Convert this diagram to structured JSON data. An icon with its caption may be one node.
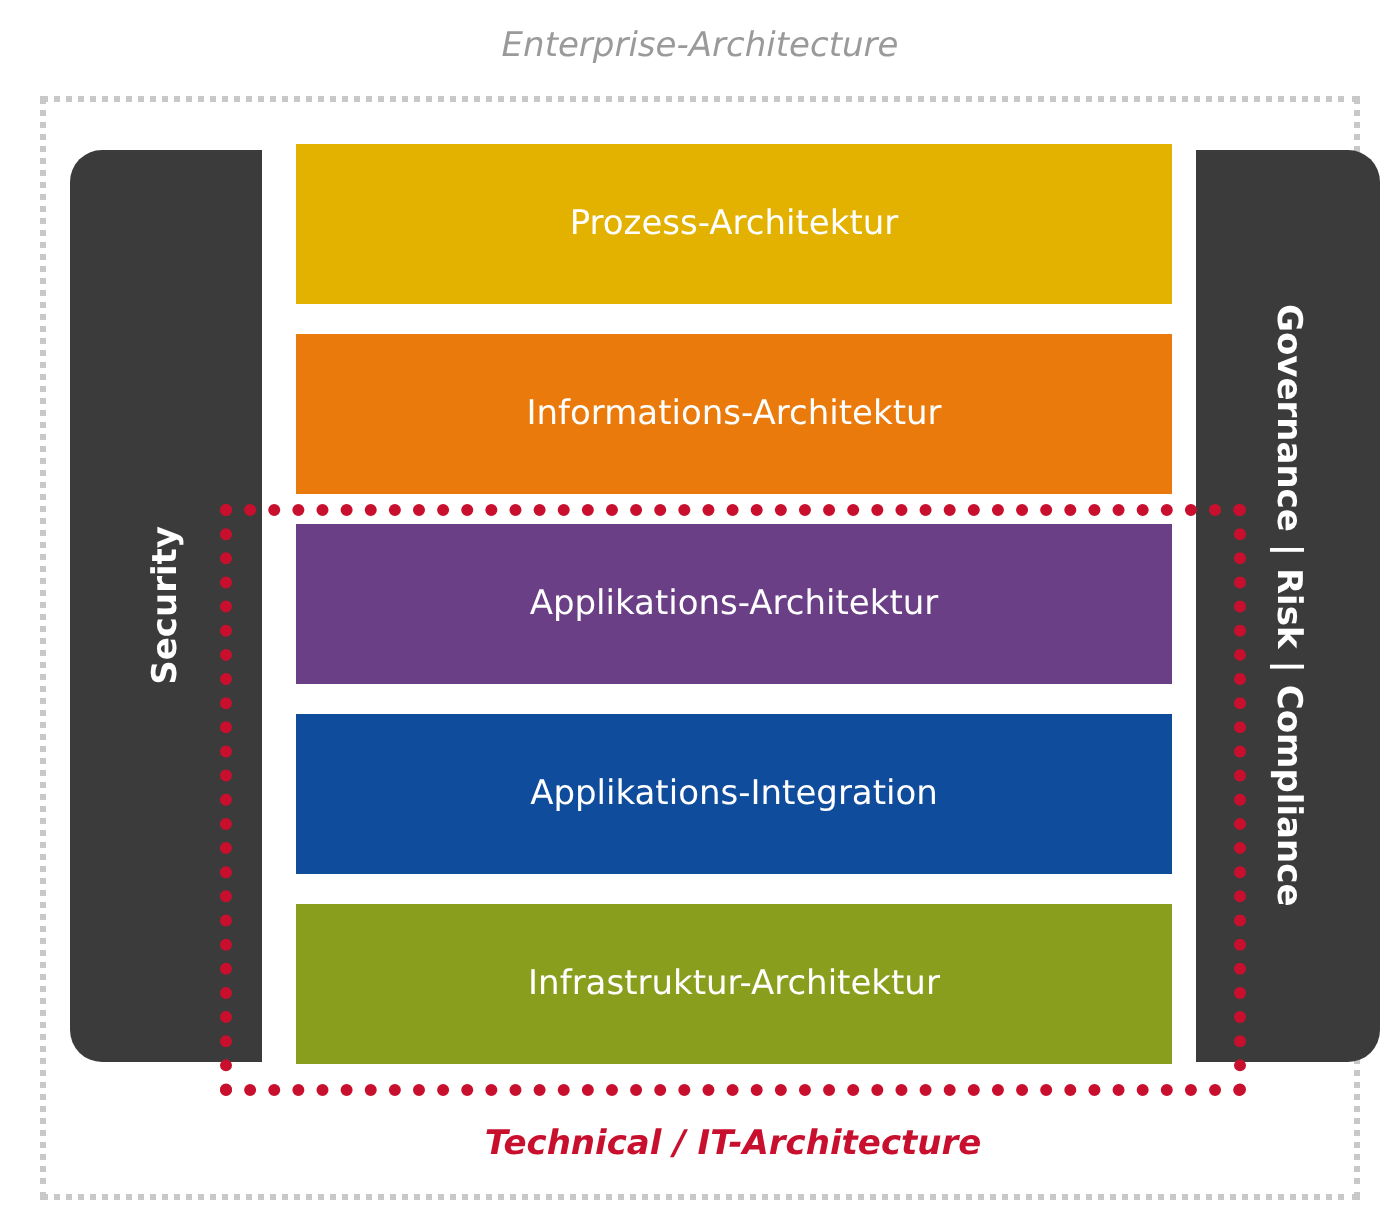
{
  "diagram": {
    "nodes": [
      {
        "text": [
          "Enterprise-Architecture"
        ]
      },
      {
        "text": [
          "Security"
        ],
        "in": 0
      },
      {
        "text": [
          "Prozess-Architektur"
        ],
        "in": 0
      },
      {
        "text": [
          "Informations-Architektur"
        ],
        "in": 0
      },
      {
        "text": [
          "Technical / IT-Architecture"
        ],
        "in": 0
      },
      {
        "text": [
          "Applikations-Architektur"
        ],
        "in": 4
      },
      {
        "text": [
          "Applikations-Integration"
        ],
        "in": 4
      },
      {
        "text": [
          "Infrastruktur-Architektur"
        ],
        "in": 4
      },
      {
        "text": [
          "Governance | Risk | Compliance"
        ],
        "in": 0
      }
    ],
    "edges": []
  }
}
